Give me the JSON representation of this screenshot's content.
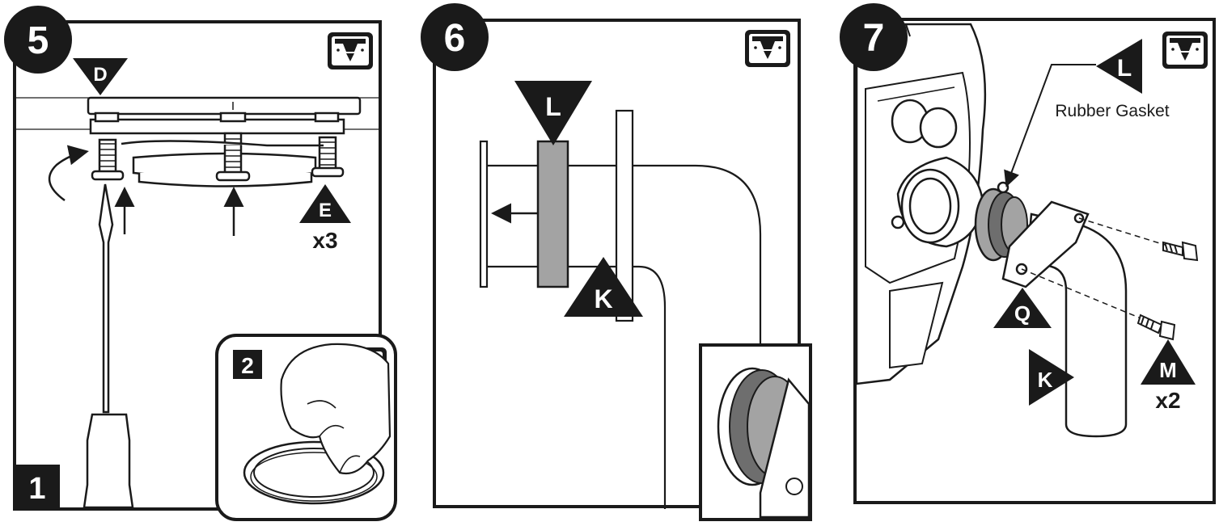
{
  "steps": [
    {
      "number": "5",
      "icon": "install-underside-icon",
      "callouts": {
        "top": "D",
        "bottom": "E",
        "bottom_qty": "x3"
      },
      "substeps": [
        {
          "number": "1"
        },
        {
          "number": "2",
          "icon": "sink-top-icon"
        }
      ]
    },
    {
      "number": "6",
      "icon": "install-underside-icon",
      "callouts": {
        "gasket": "L",
        "pipe": "K"
      }
    },
    {
      "number": "7",
      "icon": "install-underside-icon",
      "callouts": {
        "gasket": "L",
        "gasket_caption": "Rubber Gasket",
        "flange": "Q",
        "pipe": "K",
        "bolts": "M",
        "bolts_qty": "x2"
      }
    }
  ],
  "colors": {
    "ink": "#1a1a1a",
    "gasket": "#a3a3a3",
    "gasket_dark": "#6e6e6e",
    "paper": "#ffffff"
  }
}
